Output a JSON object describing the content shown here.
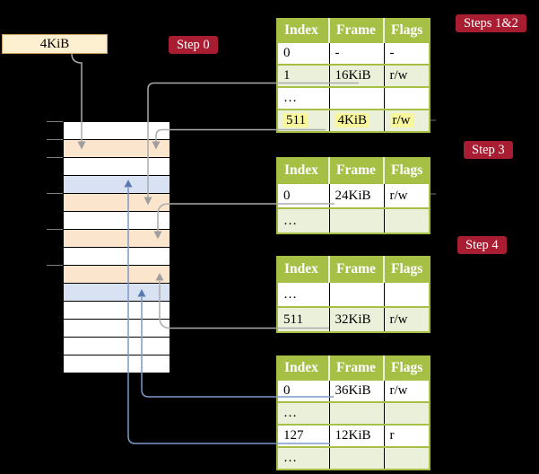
{
  "frame_size_label": "4KiB",
  "badges": {
    "step0": "Step 0",
    "steps12": "Steps 1&2",
    "step3": "Step 3",
    "step4": "Step 4"
  },
  "memory": {
    "rows": [
      {
        "type": "free"
      },
      {
        "type": "pagetable"
      },
      {
        "type": "free"
      },
      {
        "type": "data"
      },
      {
        "type": "pagetable"
      },
      {
        "type": "free"
      },
      {
        "type": "pagetable"
      },
      {
        "type": "free"
      },
      {
        "type": "pagetable"
      },
      {
        "type": "data"
      },
      {
        "type": "free"
      },
      {
        "type": "free"
      },
      {
        "type": "free"
      },
      {
        "type": "free"
      }
    ]
  },
  "tables": [
    {
      "name": "root-page-table",
      "headers": [
        "Index",
        "Frame",
        "Flags"
      ],
      "rows": [
        {
          "cells": [
            "0",
            "-",
            "-"
          ],
          "shaded": false,
          "highlight": false
        },
        {
          "cells": [
            "1",
            "16KiB",
            "r/w"
          ],
          "shaded": true,
          "highlight": false
        },
        {
          "cells": [
            "…",
            "",
            ""
          ],
          "shaded": false,
          "highlight": false
        },
        {
          "cells": [
            "511",
            "4KiB",
            "r/w"
          ],
          "shaded": true,
          "highlight": true
        }
      ]
    },
    {
      "name": "page-table-16kib",
      "headers": [
        "Index",
        "Frame",
        "Flags"
      ],
      "rows": [
        {
          "cells": [
            "0",
            "24KiB",
            "r/w"
          ],
          "shaded": false,
          "highlight": false
        },
        {
          "cells": [
            "…",
            "",
            ""
          ],
          "shaded": true,
          "highlight": false
        }
      ]
    },
    {
      "name": "page-table-24kib",
      "headers": [
        "Index",
        "Frame",
        "Flags"
      ],
      "rows": [
        {
          "cells": [
            "…",
            "",
            ""
          ],
          "shaded": false,
          "highlight": false
        },
        {
          "cells": [
            "511",
            "32KiB",
            "r/w"
          ],
          "shaded": true,
          "highlight": false
        }
      ]
    },
    {
      "name": "page-table-32kib",
      "headers": [
        "Index",
        "Frame",
        "Flags"
      ],
      "rows": [
        {
          "cells": [
            "0",
            "36KiB",
            "r/w"
          ],
          "shaded": false,
          "highlight": false
        },
        {
          "cells": [
            "…",
            "",
            ""
          ],
          "shaded": true,
          "highlight": false
        },
        {
          "cells": [
            "127",
            "12KiB",
            "r"
          ],
          "shaded": false,
          "highlight": false
        },
        {
          "cells": [
            "…",
            "",
            ""
          ],
          "shaded": true,
          "highlight": false
        }
      ]
    }
  ],
  "colors": {
    "badge_red": "#a81d32",
    "table_header_green": "#a5c045",
    "table_row_green": "#eaf0d9",
    "frame_pagetable_peach": "#fce5cd",
    "frame_data_blue": "#d9e2f3",
    "highlight_yellow": "#f8f79e",
    "frame_label_cream": "#fdf0d0",
    "arrow_gray": "#ababab",
    "arrow_blue": "#7e98c8"
  }
}
